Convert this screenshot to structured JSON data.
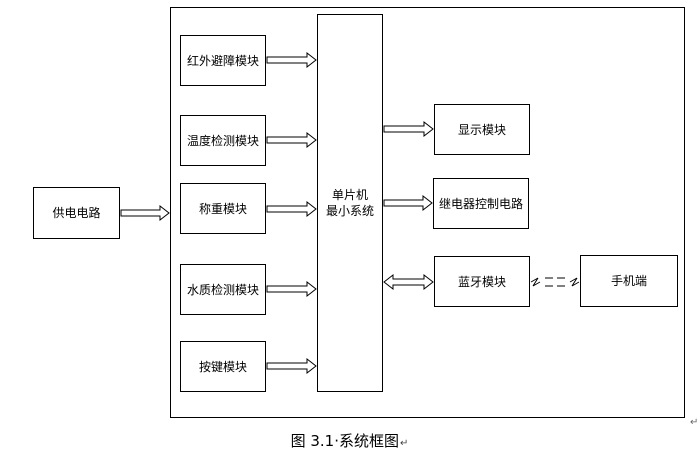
{
  "diagram": {
    "blocks": {
      "power": "供电电路",
      "ir": "红外避障模块",
      "temp": "温度检测模块",
      "weight": "称重模块",
      "water": "水质检测模块",
      "keys": "按键模块",
      "mcu_line1": "单片机",
      "mcu_line2": "最小系统",
      "display": "显示模块",
      "relay": "继电器控制电路",
      "bluetooth": "蓝牙模块",
      "phone": "手机端"
    },
    "caption": "图 3.1·系统框图",
    "caption_mark": "↵",
    "edge_mark": "↵"
  }
}
